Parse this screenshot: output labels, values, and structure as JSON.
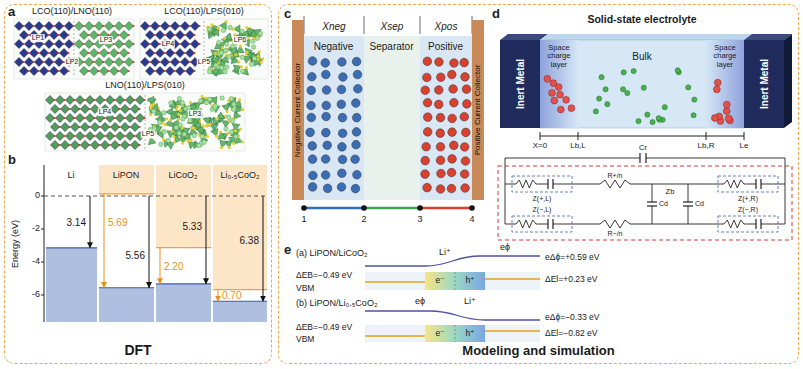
{
  "diagram": {
    "nodes": [
      {
        "text": [
          "DFT"
        ]
      },
      {
        "text": [
          "Modeling and simulation"
        ]
      },
      {
        "text": [
          "Negative Current Collector"
        ],
        "in": 1
      },
      {
        "text": [
          "Negative"
        ],
        "in": 1
      },
      {
        "text": [
          "Separator"
        ],
        "in": 1
      },
      {
        "text": [
          "Positive"
        ],
        "in": 1
      },
      {
        "text": [
          "Positive Current Collector"
        ],
        "in": 1
      },
      {
        "text": [
          "Inert Metal"
        ],
        "in": 1
      },
      {
        "text": [
          "Inert Metal"
        ],
        "in": 1
      }
    ],
    "labels": [
      "a",
      "LCO(110)/LNO(110)",
      "LCO(110)/LPS(010)",
      "LNO(110)/LPS(010)",
      "LP1",
      "LP2",
      "LP3",
      "LP4",
      "LP5",
      "LP6",
      "LP4",
      "LP5",
      "LP3",
      "b",
      "0",
      "-2",
      "-4",
      "-6",
      "Energy (eV)",
      "Li",
      "LiPON",
      "LiCoO₂",
      "Li₀.₅CoO₂",
      "3.14",
      "5.69",
      "5.56",
      "2.20",
      "5.33",
      "0.70",
      "6.38",
      "c",
      "Xneg",
      "Xsep",
      "Xpos",
      "1",
      "2",
      "3",
      "4",
      "d",
      "Solid-state electrolyte",
      "Space charge layer",
      "Space charge layer",
      "Bulk",
      "X=0",
      "Lb,L",
      "Lb,R",
      "Le",
      "Cr",
      "Z(+,L)",
      "Z(−,L)",
      "Z(+,R)",
      "Z(−,R)",
      "Zb",
      "Cd",
      "Cd",
      "R+/n",
      "R−/n",
      "e",
      "(a) LiPON/LiCoO₂",
      "Li⁺",
      "eϕ",
      "eΔϕ=+0.59 eV",
      "ΔEB=−0.49 eV",
      "ΔEl=+0.23 eV",
      "VBM",
      "e⁻",
      "h⁺",
      "(b) LiPON/Li₀.₅CoO₂",
      "Li⁺",
      "eϕ",
      "eΔϕ=−0.33 eV",
      "ΔEB=−0.49 eV",
      "ΔEl=−0.82 eV",
      "VBM",
      "e⁻",
      "h⁺"
    ]
  }
}
